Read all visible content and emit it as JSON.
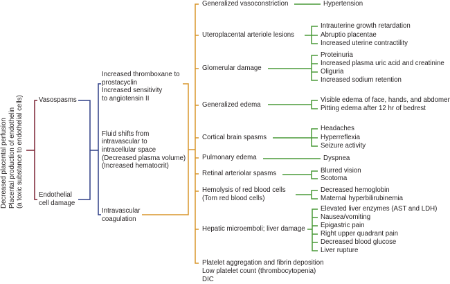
{
  "colors": {
    "root_connector": "#7a2233",
    "cause_connector": "#2f3f86",
    "effect_connector": "#d8962b",
    "manifestation_connector": "#4a9a38",
    "text": "#231f20"
  },
  "root": {
    "lines": [
      "Decreased placental perfusion",
      "Placental production of endothelin",
      "(a toxic substance to endothelial cells)"
    ]
  },
  "causes": [
    {
      "lines": [
        "Vasospasms"
      ]
    },
    {
      "lines": [
        "Endothelial",
        "cell damage"
      ]
    }
  ],
  "mechanisms": [
    {
      "lines": [
        "Increased thromboxane to",
        "prostacyclin",
        "Increased sensitivity",
        "to angiotensin II"
      ]
    },
    {
      "lines": [
        "Fluid shifts from",
        "intravascular to",
        "intracellular space",
        "(Decreased plasma volume)",
        "(Increased hematocrit)"
      ]
    },
    {
      "lines": [
        "Intravascular",
        "coagulation"
      ]
    }
  ],
  "effects": [
    {
      "label": [
        "Generalized vasoconstriction"
      ],
      "manifestations": [
        "Hypertension"
      ]
    },
    {
      "label": [
        "Uteroplacental arteriole lesions"
      ],
      "manifestations": [
        "Intrauterine growth retardation",
        "Abruptio placentae",
        "Increased uterine contractility"
      ]
    },
    {
      "label": [
        "Glomerular damage"
      ],
      "manifestations": [
        "Proteinuria",
        "Increased plasma uric acid and creatinine",
        "Oliguria",
        "Increased sodium retention"
      ]
    },
    {
      "label": [
        "Generalized edema"
      ],
      "manifestations": [
        "Visible edema of face, hands, and abdomen",
        "Pitting edema after 12 hr of bedrest"
      ]
    },
    {
      "label": [
        "Cortical brain spasms"
      ],
      "manifestations": [
        "Headaches",
        "Hyperreflexia",
        "Seizure activity"
      ]
    },
    {
      "label": [
        "Pulmonary edema"
      ],
      "manifestations": [
        "Dyspnea"
      ]
    },
    {
      "label": [
        "Retinal arteriolar spasms"
      ],
      "manifestations": [
        "Blurred vision",
        "Scotoma"
      ]
    },
    {
      "label": [
        "Hemolysis of red blood cells",
        "(Torn red blood cells)"
      ],
      "manifestations": [
        "Decreased hemoglobin",
        "Maternal hyperbilirubinemia"
      ]
    },
    {
      "label": [
        "Hepatic microemboli; liver damage"
      ],
      "manifestations": [
        "Elevated liver enzymes (AST and LDH)",
        "Nausea/vomiting",
        "Epigastric pain",
        "Right upper quadrant pain",
        "Decreased blood glucose",
        "Liver rupture"
      ]
    },
    {
      "label": [
        "Platelet aggregation and fibrin deposition",
        "Low platelet count (thrombocytopenia)",
        "DIC"
      ],
      "manifestations": []
    }
  ]
}
